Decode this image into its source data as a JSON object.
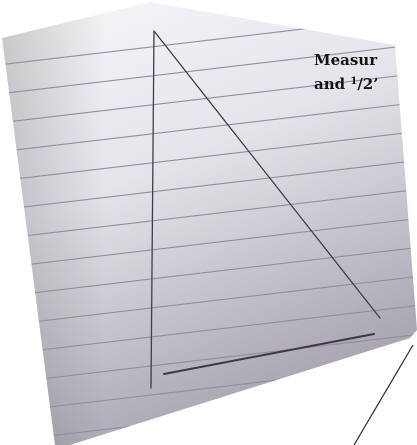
{
  "caption": {
    "line1": "Measur",
    "line2_prefix": "and ",
    "fraction_numerator": "1",
    "fraction_slash": "/",
    "line2_suffix": "2’"
  },
  "colors": {
    "paper_light": "#f2f2f6",
    "paper_shadow": "#b6b2bc",
    "rule_line": "#8f8fa4",
    "pencil": "#3e3e46",
    "caption_text": "#141414"
  }
}
